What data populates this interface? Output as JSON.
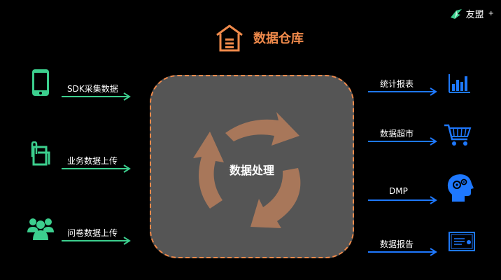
{
  "brand": {
    "name": "友盟",
    "plus": "+"
  },
  "title": "数据仓库",
  "center": {
    "label": "数据处理"
  },
  "inputs": [
    {
      "label": "SDK采集数据",
      "icon": "phone-icon"
    },
    {
      "label": "业务数据上传",
      "icon": "document-clip-icon"
    },
    {
      "label": "问卷数据上传",
      "icon": "users-group-icon"
    }
  ],
  "outputs": [
    {
      "label": "统计报表",
      "icon": "bar-chart-icon"
    },
    {
      "label": "数据超市",
      "icon": "shopping-cart-icon"
    },
    {
      "label": "DMP",
      "icon": "head-gears-icon"
    },
    {
      "label": "数据报告",
      "icon": "certificate-icon"
    }
  ],
  "colors": {
    "background": "#000000",
    "accent": "#f08a4b",
    "input": "#3ccf8e",
    "output": "#1e78ff",
    "center_fill": "#555555",
    "cycle_arrows": "#a8775a"
  }
}
